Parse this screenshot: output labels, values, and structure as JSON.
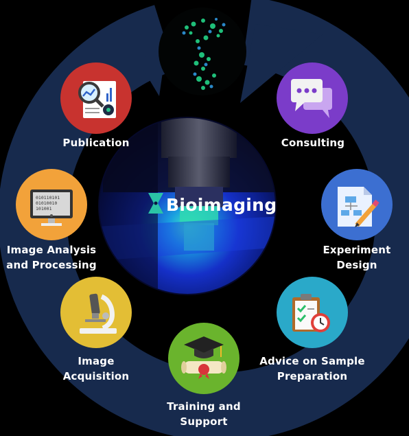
{
  "center": {
    "title": "Bioimaging",
    "logo_color": "#2bc4a6"
  },
  "ring_color": "#172a4d",
  "steps": [
    {
      "id": "publication",
      "lines": [
        "Publication"
      ],
      "color": "#c8332f",
      "icon": "magnifier-report-icon"
    },
    {
      "id": "consulting",
      "lines": [
        "Consulting"
      ],
      "color": "#7b3cc9",
      "icon": "chat-bubbles-icon"
    },
    {
      "id": "experiment-design",
      "lines": [
        "Experiment",
        "Design"
      ],
      "color": "#3c6fd1",
      "icon": "flowchart-document-icon"
    },
    {
      "id": "advice-sample-prep",
      "lines": [
        "Advice on Sample",
        "Preparation"
      ],
      "color": "#2aa9c9",
      "icon": "clipboard-clock-icon"
    },
    {
      "id": "training-support",
      "lines": [
        "Training and",
        "Support"
      ],
      "color": "#6ab42d",
      "icon": "graduation-diploma-icon"
    },
    {
      "id": "image-acquisition",
      "lines": [
        "Image",
        "Acquisition"
      ],
      "color": "#e3be35",
      "icon": "microscope-icon"
    },
    {
      "id": "image-analysis",
      "lines": [
        "Image Analysis",
        "and Processing"
      ],
      "color": "#f2a23a",
      "icon": "binary-monitor-icon"
    }
  ],
  "monitor_code": [
    "010110101",
    "01010010",
    "101001"
  ]
}
